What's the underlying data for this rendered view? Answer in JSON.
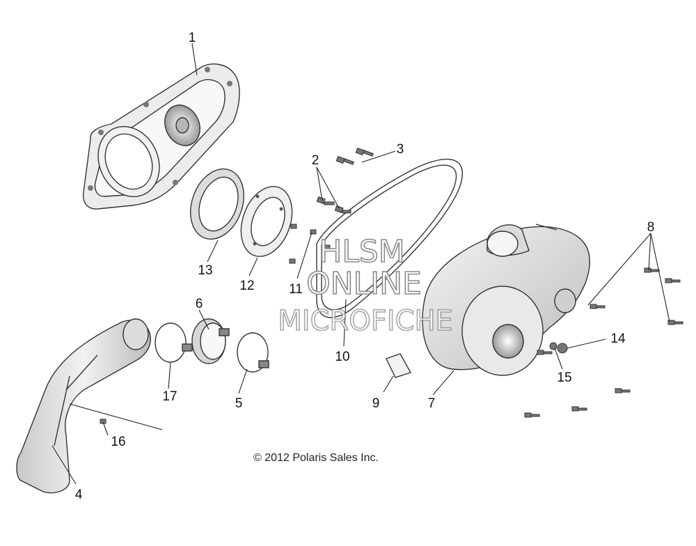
{
  "callouts": {
    "c1": "1",
    "c2": "2",
    "c3": "3",
    "c4": "4",
    "c5": "5",
    "c6": "6",
    "c7": "7",
    "c8": "8",
    "c9": "9",
    "c10": "10",
    "c11": "11",
    "c12": "12",
    "c13": "13",
    "c14": "14",
    "c15": "15",
    "c16": "16",
    "c17": "17"
  },
  "copyright": "© 2012 Polaris Sales Inc.",
  "watermark": {
    "line1": "HLSM",
    "line2": "ONLINE",
    "line3": "MICROFICHE"
  },
  "colors": {
    "paper": "#ffffff",
    "ink": "#222222",
    "part_fill": "#e6e6e6",
    "watermark_outline": "#8a8a8a"
  }
}
